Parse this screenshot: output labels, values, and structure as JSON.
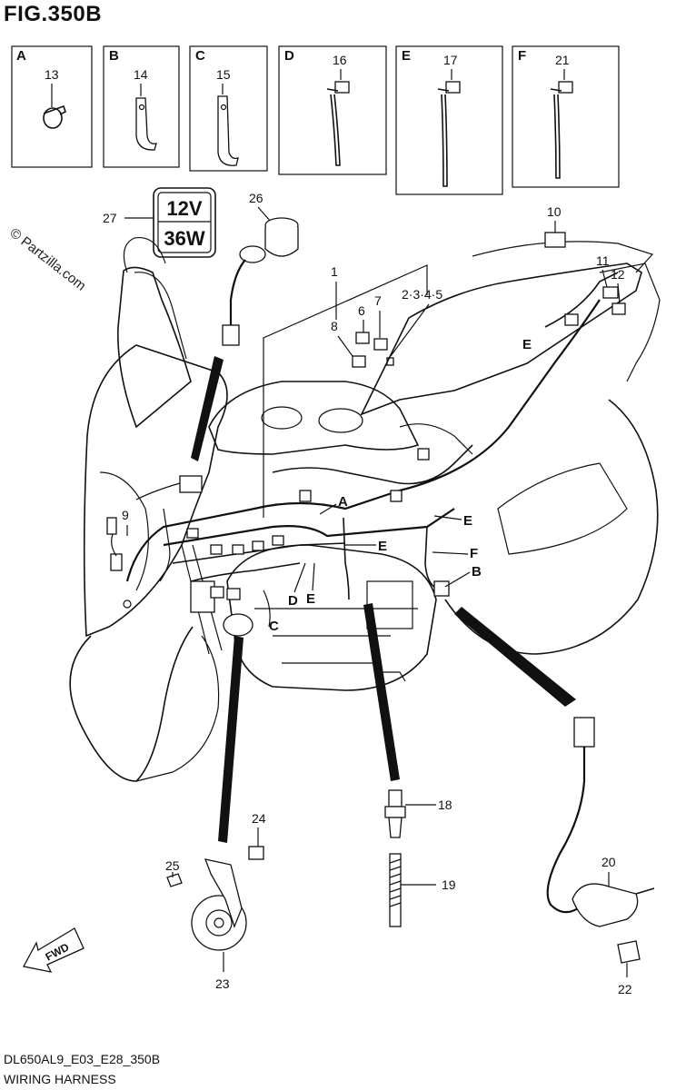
{
  "figure_title": "FIG.350B",
  "footer": {
    "code": "DL650AL9_E03_E28_350B",
    "name": "WIRING HARNESS"
  },
  "watermark": "© Partzilla.com",
  "detail_boxes": [
    {
      "letter": "A",
      "part": "13"
    },
    {
      "letter": "B",
      "part": "14"
    },
    {
      "letter": "C",
      "part": "15"
    },
    {
      "letter": "D",
      "part": "16"
    },
    {
      "letter": "E",
      "part": "17"
    },
    {
      "letter": "F",
      "part": "21"
    }
  ],
  "bulb_spec": {
    "line1": "12V",
    "line2": "36W"
  },
  "fwd_label": "FWD",
  "callouts": {
    "p1": "1",
    "p2345": "2·3·4·5",
    "p6": "6",
    "p7": "7",
    "p8": "8",
    "p9": "9",
    "p10": "10",
    "p11": "11",
    "p12": "12",
    "p18": "18",
    "p19": "19",
    "p20": "20",
    "p22": "22",
    "p23": "23",
    "p24": "24",
    "p25": "25",
    "p26": "26",
    "p27": "27"
  },
  "harness_letters": {
    "e_top": "E",
    "a": "A",
    "e_right": "E",
    "e_mid": "E",
    "f": "F",
    "b": "B",
    "d": "D",
    "e_low": "E",
    "c": "C"
  }
}
